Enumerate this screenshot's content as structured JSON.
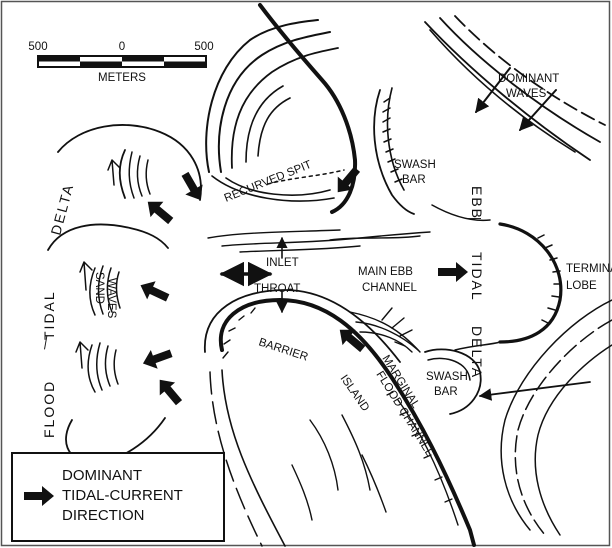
{
  "scale_bar": {
    "tick_left": "500",
    "tick_mid": "0",
    "tick_right": "500",
    "unit": "METERS"
  },
  "labels": {
    "dominant_waves_1": "DOMINANT",
    "dominant_waves_2": "WAVES",
    "recurved_spit": "RECURVED SPIT",
    "swash_bar_top_1": "SWASH",
    "swash_bar_top_2": "BAR",
    "ebb": "EBB",
    "tidal_right": "TIDAL",
    "delta_right": "DELTA",
    "terminal_lobe_1": "TERMINAL",
    "terminal_lobe_2": "LOBE",
    "main_ebb_channel_1": "MAIN EBB",
    "main_ebb_channel_2": "CHANNEL",
    "inlet": "INLET",
    "throat": "THROAT",
    "flood": "FLOOD",
    "tidal_left": "TIDAL",
    "delta_left": "DELTA",
    "sand_waves_1": "SAND",
    "sand_waves_2": "WAVES",
    "barrier": "BARRIER",
    "island": "ISLAND",
    "marginal_1": "MARGINAL",
    "marginal_2": "FLOOD CHANNEL",
    "swash_bar_bottom_1": "SWASH",
    "swash_bar_bottom_2": "BAR"
  },
  "legend": {
    "line1": "DOMINANT",
    "line2": "TIDAL-CURRENT",
    "line3": "DIRECTION"
  },
  "colors": {
    "ink": "#111111",
    "background": "#ffffff"
  }
}
